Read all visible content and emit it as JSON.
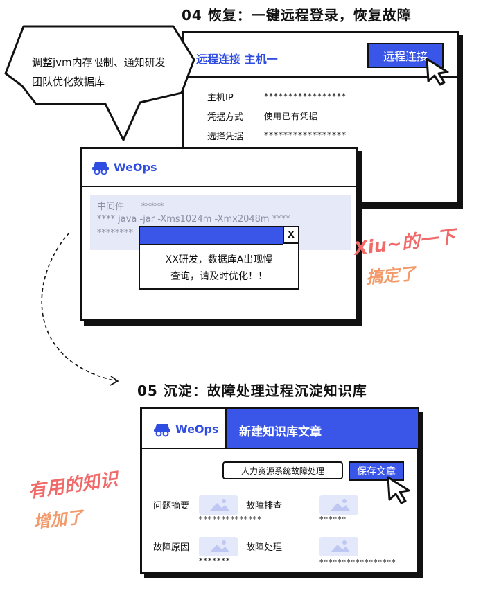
{
  "step4": {
    "title": "04 恢复：一键远程登录，恢复故障",
    "bubble_text": "调整jvm内存限制、通知研发团队优化数据库",
    "remote_window": {
      "title": "远程连接 主机一",
      "button": "远程连接",
      "fields": [
        {
          "label": "主机IP",
          "value": "*****************"
        },
        {
          "label": "凭据方式",
          "value": "使用已有凭据"
        },
        {
          "label": "选择凭据",
          "value": "*****************"
        }
      ]
    },
    "weops_window": {
      "brand": "WeOps",
      "lines": [
        "中间件      *****",
        "**** java -jar -Xms1024m -Xmx2048m ****",
        "********"
      ],
      "alert": {
        "close": "X",
        "message_line1": "XX研发，数据库A出现慢",
        "message_line2": "查询，请及时优化！！"
      }
    },
    "handwriting": {
      "line1": "Xiu~的一下",
      "line2": "搞定了"
    }
  },
  "step5": {
    "title": "05 沉淀：故障处理过程沉淀知识库",
    "window": {
      "brand": "WeOps",
      "header_title": "新建知识库文章",
      "article_title": "人力资源系统故障处理",
      "save_button": "保存文章",
      "sections": [
        {
          "label": "问题摘要",
          "value": "**************"
        },
        {
          "label": "故障排查",
          "value": "******"
        },
        {
          "label": "故障原因",
          "value": "*******"
        },
        {
          "label": "故障处理",
          "value": "*****************"
        }
      ]
    },
    "handwriting": {
      "line1": "有用的知识",
      "line2": "增加了"
    }
  },
  "colors": {
    "accent": "#3a56e8",
    "panel": "#e6eaf8",
    "handwriting": "#f06a6a",
    "outline": "#111111"
  },
  "icons": [
    "cursor-pointer-icon",
    "weops-logo-icon",
    "image-placeholder-icon"
  ]
}
